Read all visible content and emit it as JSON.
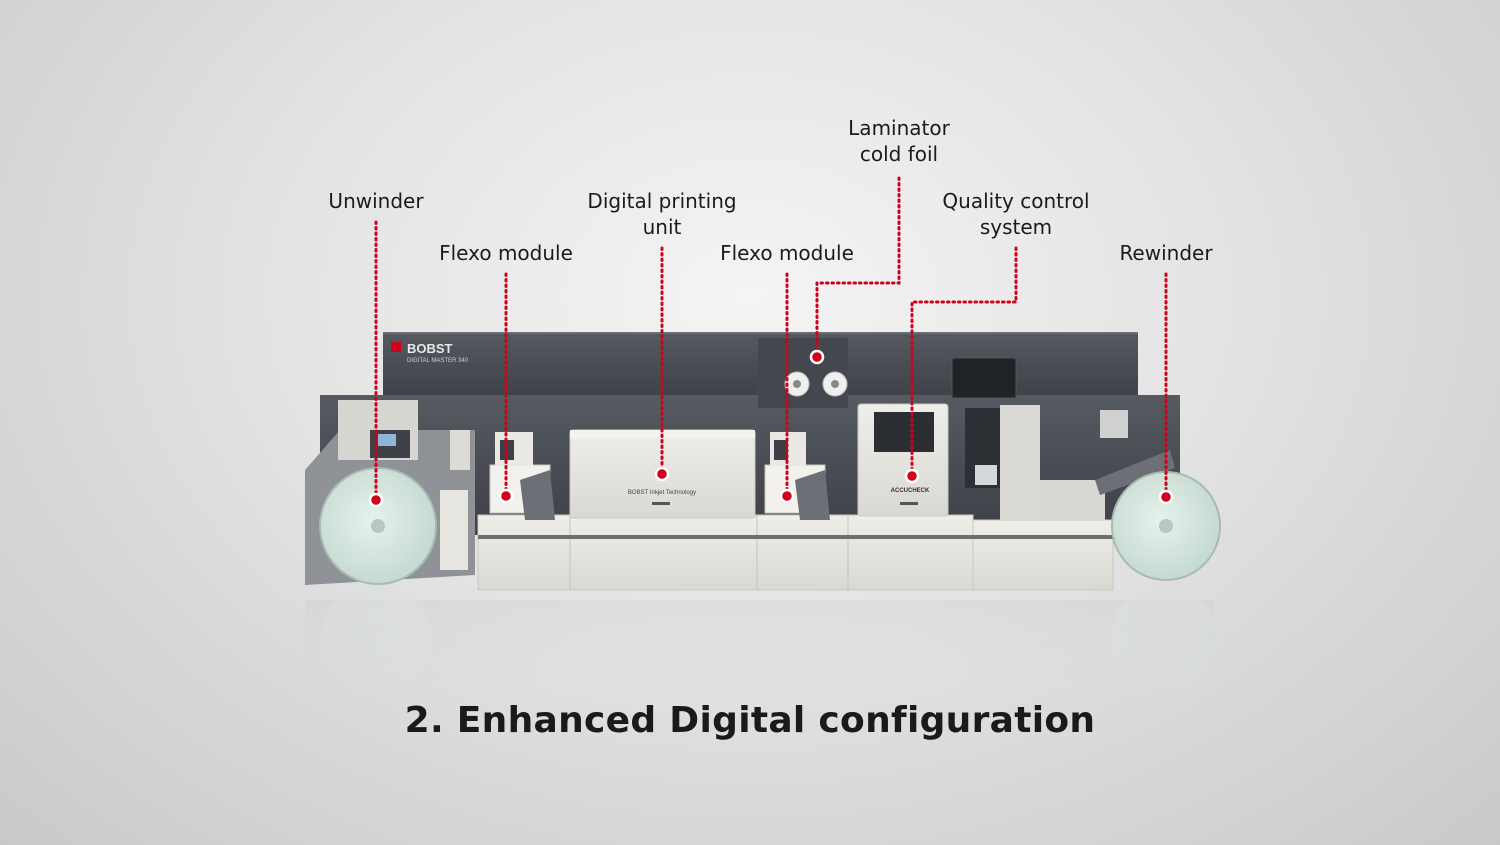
{
  "brand": {
    "name": "BOBST",
    "model": "DIGITAL MASTER 340",
    "printer_text": "BOBST Inkjet Technology",
    "qc_text": "ACCUCHECK"
  },
  "callouts": [
    {
      "id": "unwinder",
      "text": "Unwinder"
    },
    {
      "id": "flexo-1",
      "text": "Flexo module"
    },
    {
      "id": "digital",
      "text": "Digital printing\nunit"
    },
    {
      "id": "flexo-2",
      "text": "Flexo module"
    },
    {
      "id": "laminator",
      "text": "Laminator\ncold foil"
    },
    {
      "id": "quality",
      "text": "Quality control\nsystem"
    },
    {
      "id": "rewinder",
      "text": "Rewinder"
    }
  ],
  "caption": "2. Enhanced Digital configuration",
  "colors": {
    "accent": "#d0021b",
    "machine_dark": "#4a4e54",
    "machine_light": "#e6e5df",
    "roll": "#d6e8e0"
  }
}
